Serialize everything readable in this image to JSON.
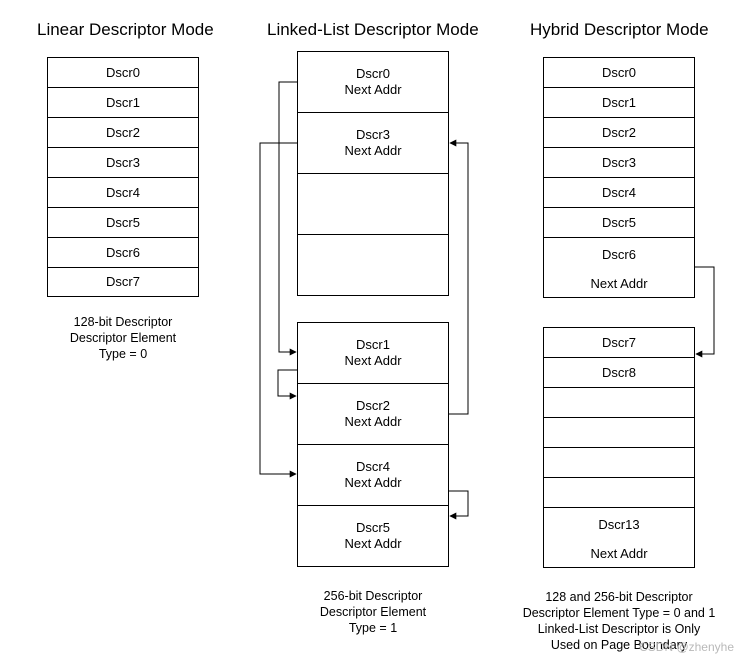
{
  "linear": {
    "title": "Linear Descriptor Mode",
    "cells": [
      "Dscr0",
      "Dscr1",
      "Dscr2",
      "Dscr3",
      "Dscr4",
      "Dscr5",
      "Dscr6",
      "Dscr7"
    ],
    "caption": [
      "128-bit Descriptor",
      "Descriptor Element",
      "Type = 0"
    ]
  },
  "linked": {
    "title": "Linked-List Descriptor Mode",
    "next": "Next Addr",
    "top_cells": [
      "Dscr0",
      "Dscr3",
      "",
      ""
    ],
    "bottom_cells": [
      "Dscr1",
      "Dscr2",
      "Dscr4",
      "Dscr5"
    ],
    "caption": [
      "256-bit Descriptor",
      "Descriptor Element",
      "Type = 1"
    ]
  },
  "hybrid": {
    "title": "Hybrid Descriptor Mode",
    "top_cells": [
      "Dscr0",
      "Dscr1",
      "Dscr2",
      "Dscr3",
      "Dscr4",
      "Dscr5"
    ],
    "dscr6": "Dscr6",
    "next": "Next Addr",
    "bottom_cells": [
      "Dscr7",
      "Dscr8",
      "",
      "",
      "",
      ""
    ],
    "dscr13": "Dscr13",
    "caption": [
      "128 and 256-bit Descriptor",
      "Descriptor Element Type = 0 and 1",
      "Linked-List Descriptor is Only",
      "Used on Page Boundary"
    ]
  },
  "watermark": "CSDN @zhenyhe",
  "colors": {
    "line": "#000000",
    "background": "#ffffff",
    "watermark": "#b9b9b9"
  }
}
